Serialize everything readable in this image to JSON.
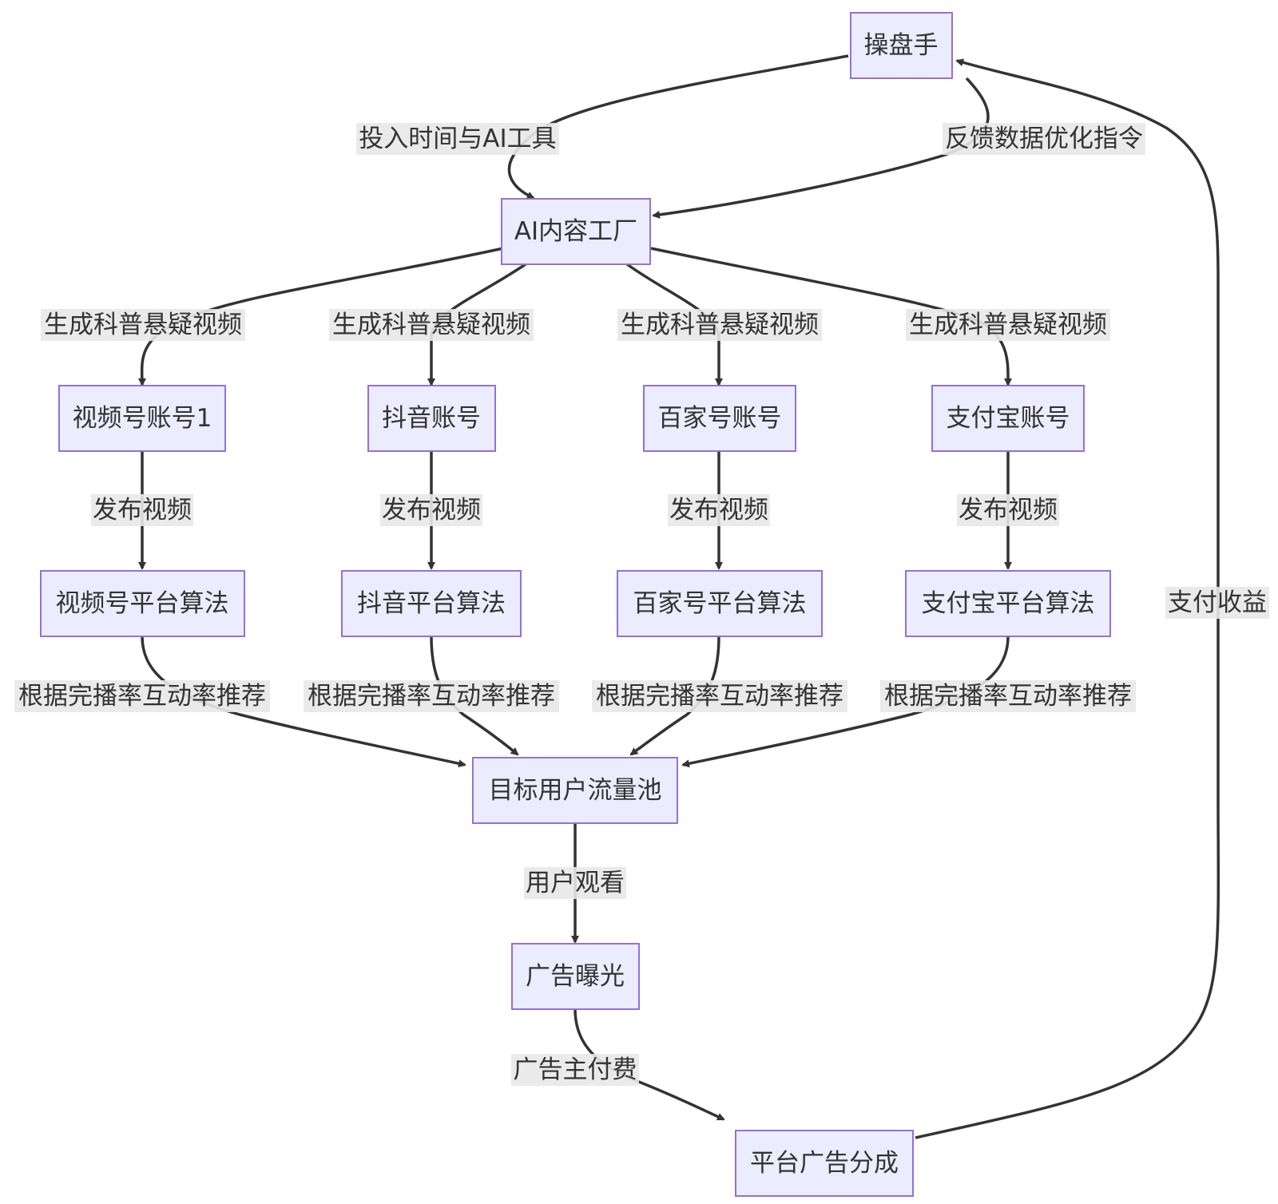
{
  "nodes": {
    "operator": "操盘手",
    "factory": "AI内容工厂",
    "acct_channels": "视频号账号1",
    "acct_douyin": "抖音账号",
    "acct_baijia": "百家号账号",
    "acct_alipay": "支付宝账号",
    "algo_channels": "视频号平台算法",
    "algo_douyin": "抖音平台算法",
    "algo_baijia": "百家号平台算法",
    "algo_alipay": "支付宝平台算法",
    "traffic_pool": "目标用户流量池",
    "ad_exposure": "广告曝光",
    "ad_share": "平台广告分成"
  },
  "edge_labels": {
    "invest": "投入时间与AI工具",
    "feedback": "反馈数据优化指令",
    "generate_1": "生成科普悬疑视频",
    "generate_2": "生成科普悬疑视频",
    "generate_3": "生成科普悬疑视频",
    "generate_4": "生成科普悬疑视频",
    "publish_1": "发布视频",
    "publish_2": "发布视频",
    "publish_3": "发布视频",
    "publish_4": "发布视频",
    "recommend_1": "根据完播率互动率推荐",
    "recommend_2": "根据完播率互动率推荐",
    "recommend_3": "根据完播率互动率推荐",
    "recommend_4": "根据完播率互动率推荐",
    "watch": "用户观看",
    "advertiser_pay": "广告主付费",
    "payout": "支付收益"
  }
}
